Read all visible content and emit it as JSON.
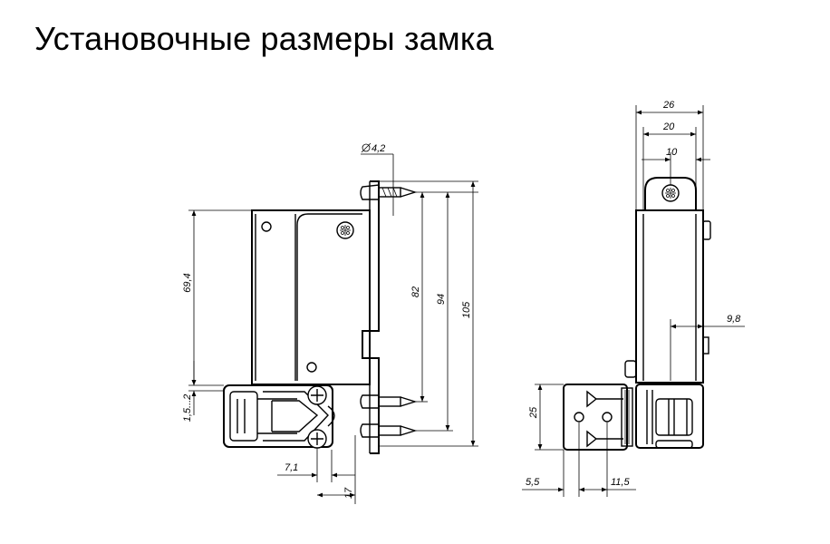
{
  "title": "Установочные размеры замка",
  "dimensions": {
    "hole_diameter": "4,2",
    "d_82": "82",
    "d_94": "94",
    "d_105": "105",
    "d_69_4": "69,4",
    "d_gap": "1,5...2",
    "d_7_1": "7,1",
    "d_17": "17",
    "d_26": "26",
    "d_20": "20",
    "d_10": "10",
    "d_9_8": "9,8",
    "d_25": "25",
    "d_5_5": "5,5",
    "d_11_5": "11,5"
  }
}
